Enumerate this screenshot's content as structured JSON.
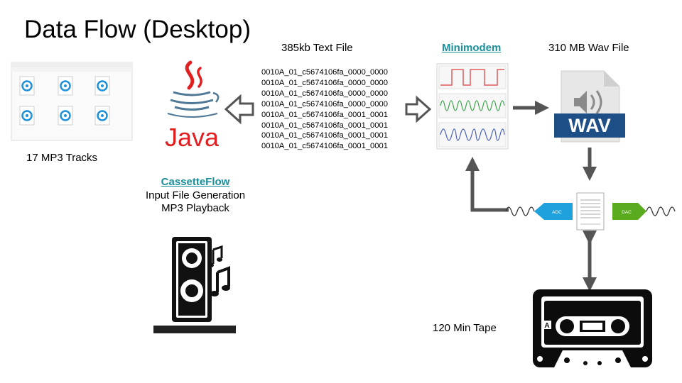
{
  "title": "Data Flow (Desktop)",
  "text_file_label": "385kb Text File",
  "text_file_lines": [
    "0010A_01_c5674106fa_0000_0000",
    "0010A_01_c5674106fa_0000_0000",
    "0010A_01_c5674106fa_0000_0000",
    "0010A_01_c5674106fa_0000_0000",
    "0010A_01_c5674106fa_0001_0001",
    "0010A_01_c5674106fa_0001_0001",
    "0010A_01_c5674106fa_0001_0001",
    "0010A_01_c5674106fa_0001_0001"
  ],
  "minimodem_link": "Minimodem",
  "wav_label": "310 MB Wav File",
  "wav_badge": "WAV",
  "mp3_label": "17 MP3 Tracks",
  "cassetteflow_link": "CassetteFlow",
  "cassetteflow_lines": [
    "Input File Generation",
    "MP3 Playback"
  ],
  "java_text": "Java",
  "tape_label": "120 Min Tape",
  "adc_label": "ADC",
  "dac_label": "DAC",
  "tape_side": "A",
  "colors": {
    "java_red": "#e11f21",
    "java_blue": "#4e7896",
    "wav_blue": "#1d4e86",
    "adc_blue": "#1ea1dc",
    "dac_green": "#5aaa1e",
    "arrow_gray": "#555555",
    "link_teal": "#1a8f9c"
  }
}
